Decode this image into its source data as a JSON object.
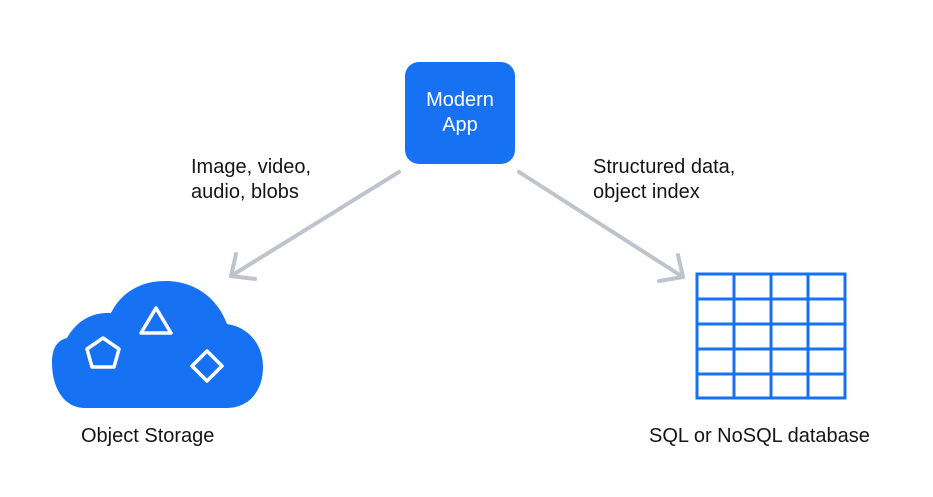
{
  "diagram": {
    "app": {
      "label": "Modern\nApp"
    },
    "edges": {
      "left_label": "Image, video,\naudio, blobs",
      "right_label": "Structured data,\nobject index"
    },
    "nodes": {
      "object_storage": "Object Storage",
      "database": "SQL or NoSQL database"
    }
  },
  "colors": {
    "accent": "#1672F3",
    "arrow": "#BFC4CC",
    "text": "#151515",
    "background": "#FFFFFF"
  },
  "icons": {
    "storage": "cloud-icon",
    "shapes": [
      "triangle-icon",
      "pentagon-icon",
      "diamond-icon"
    ],
    "database": "table-icon"
  }
}
